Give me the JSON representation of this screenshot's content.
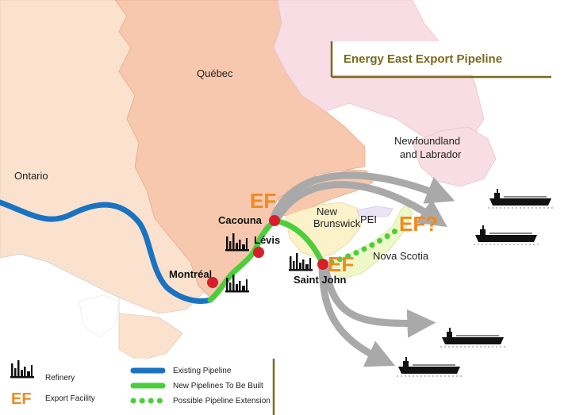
{
  "title": "Energy East Export Pipeline",
  "regions": {
    "quebec": "Québec",
    "ontario": "Ontario",
    "newfoundland_line1": "Newfoundland",
    "newfoundland_line2": "and Labrador",
    "new_brunswick_line1": "New",
    "new_brunswick_line2": "Brunswick",
    "pei": "PEI",
    "nova_scotia": "Nova Scotia"
  },
  "cities": {
    "cacouna": "Cacouna",
    "levis": "Lévis",
    "montreal": "Montréal",
    "saint_john": "Saint John"
  },
  "export_facilities": {
    "cacouna": "EF",
    "saint_john": "EF",
    "nova_scotia": "EF?"
  },
  "legend": {
    "refinery": "Refinery",
    "export_facility_symbol": "EF",
    "export_facility": "Export Facility",
    "existing_pipeline": "Existing Pipeline",
    "new_pipelines": "New Pipelines To Be Built",
    "possible_extension": "Possible Pipeline Extension"
  },
  "colors": {
    "existing_pipeline": "#1a73c2",
    "new_pipeline": "#4cce3c",
    "export_facility": "#f08a1c",
    "city_marker": "#d81e2a",
    "export_arrow": "#a9a9a9",
    "title_border": "#7a6a1c"
  }
}
